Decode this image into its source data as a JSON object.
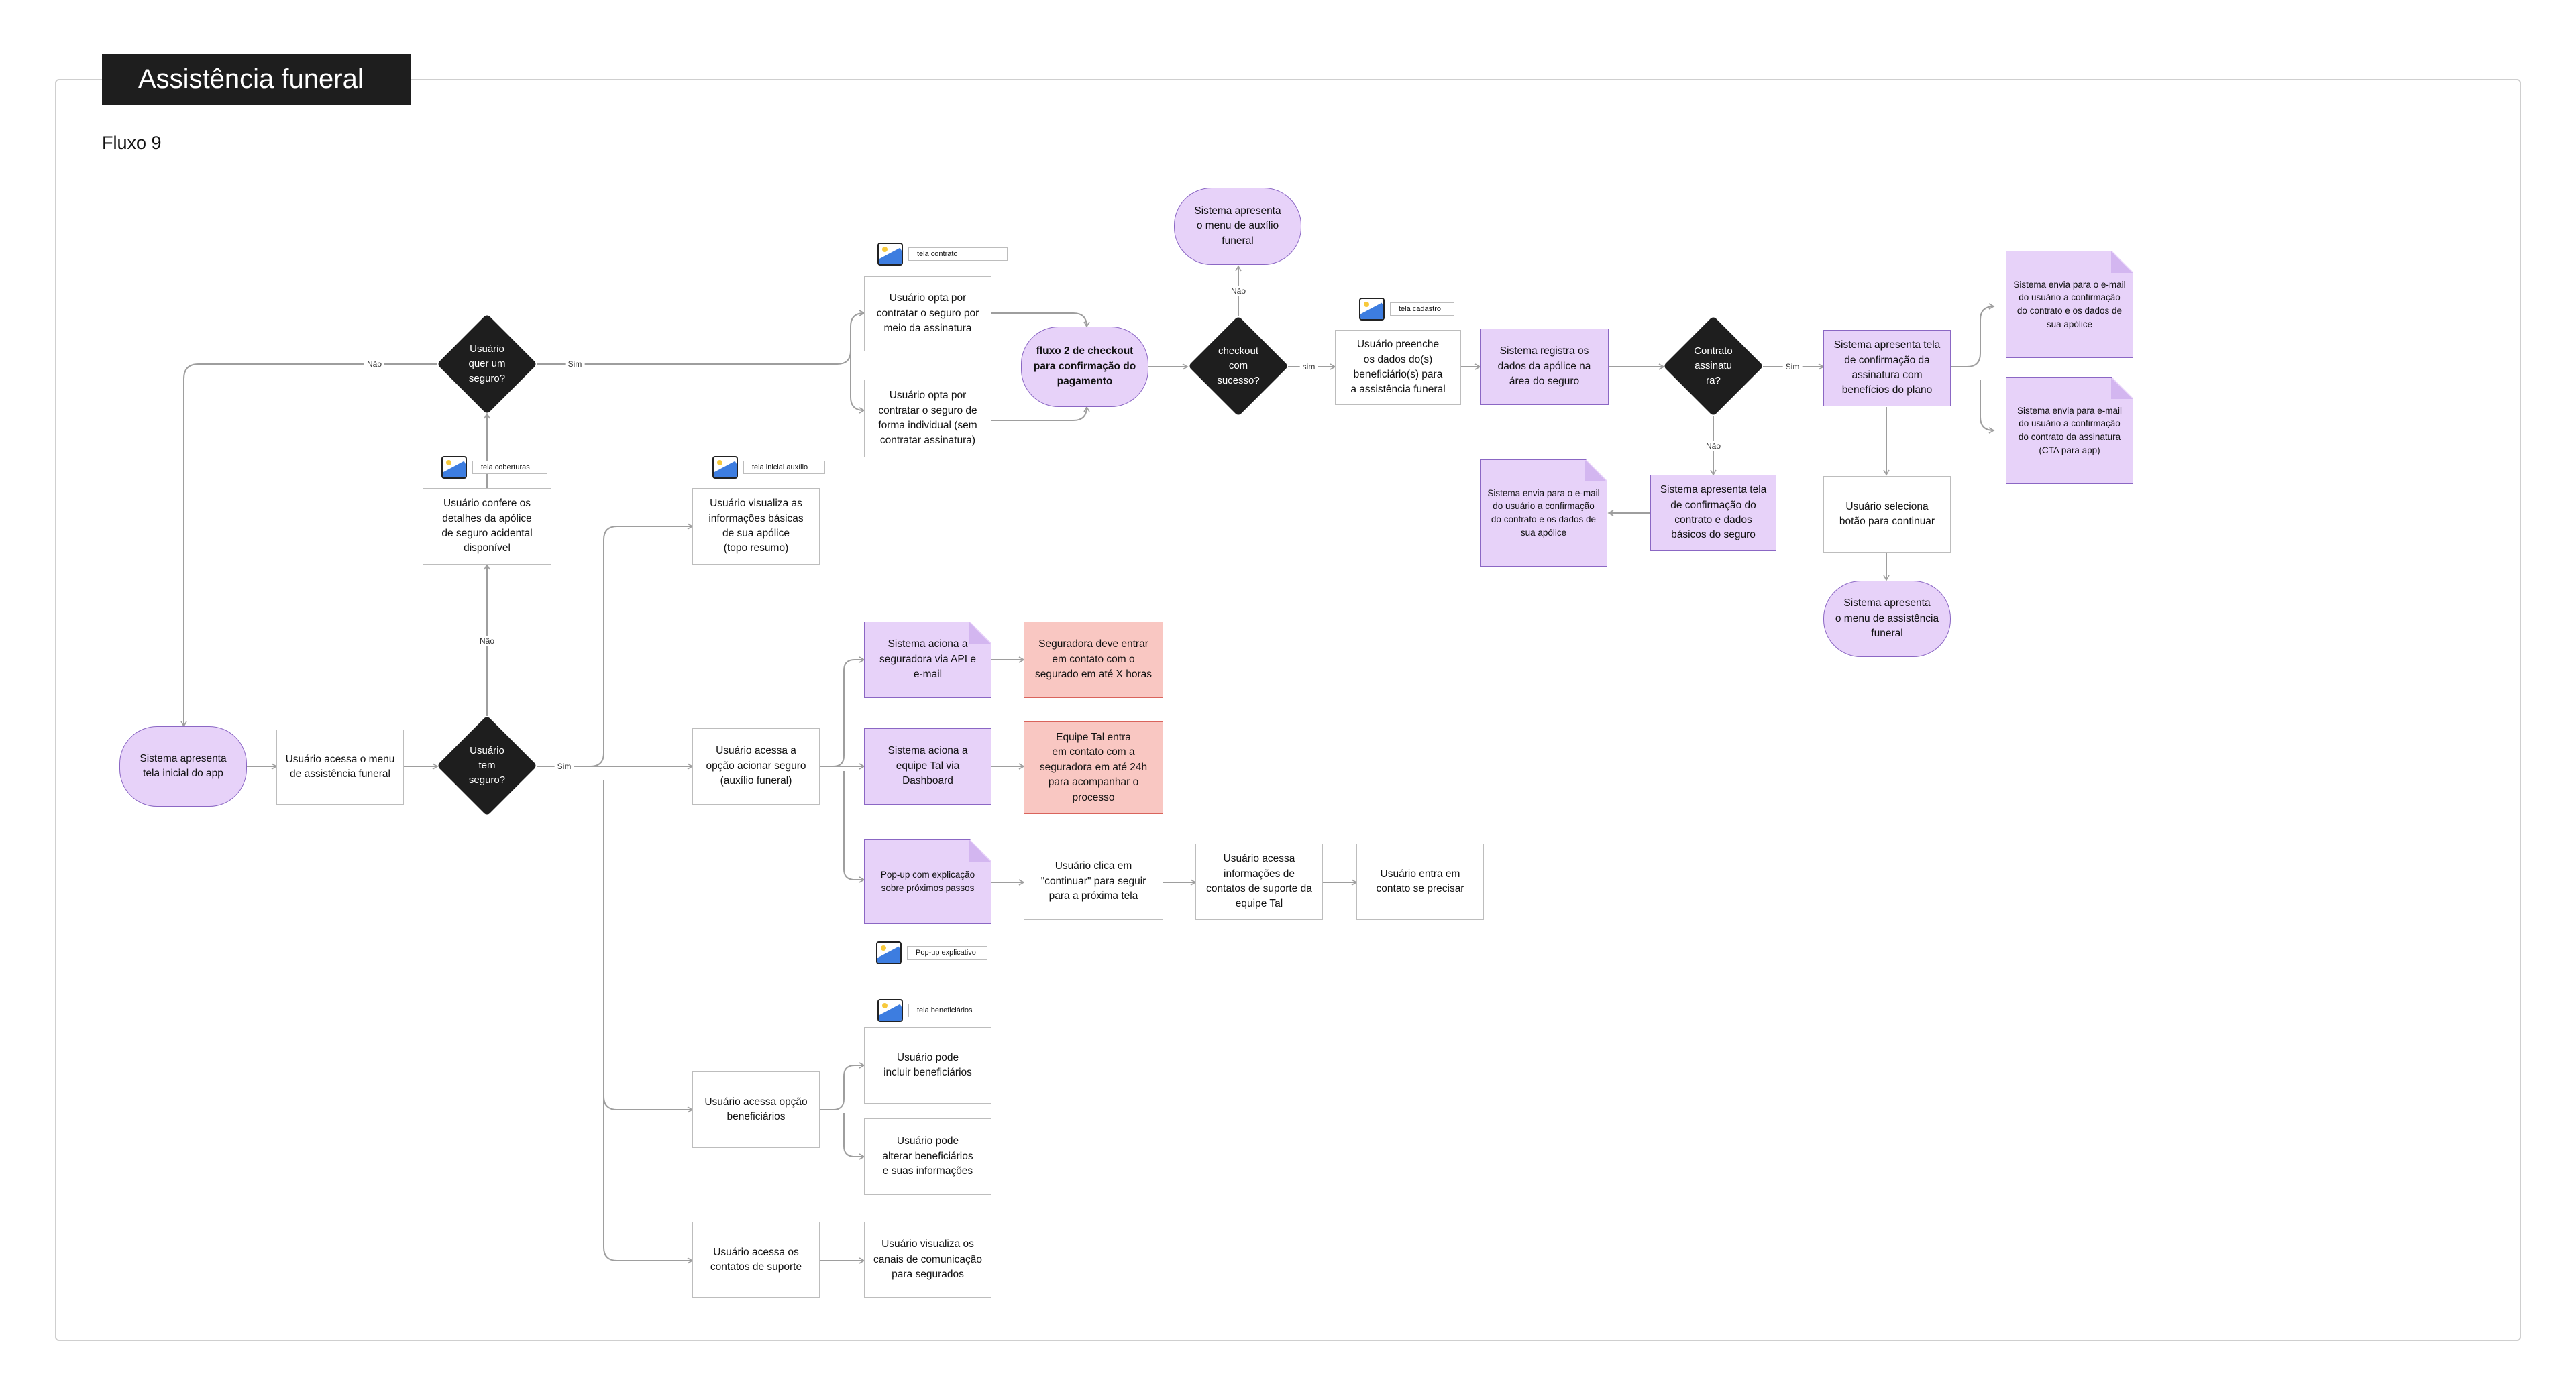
{
  "title": "Assistência funeral",
  "flow_label": "Fluxo 9",
  "nodes": {
    "n_start": "Sistema apresenta\ntela inicial do app",
    "n_menu": "Usuário acessa o menu\nde assistência funeral",
    "d_tem": "Usuário\ntem\nseguro?",
    "n_confere": "Usuário confere os\ndetalhes da apólice\nde seguro acidental\ndisponível",
    "d_quer": "Usuário\nquer um\nseguro?",
    "n_assinatura": "Usuário opta por\ncontratar o seguro por\nmeio da assinatura",
    "n_individual": "Usuário opta por\ncontratar o seguro de\nforma individual (sem\ncontratar assinatura)",
    "n_fluxo2": "fluxo 2 de checkout\npara confirmação do\npagamento",
    "d_checkout": "checkout\ncom\nsucesso?",
    "n_menuaux": "Sistema apresenta\no menu de auxílio\nfuneral",
    "n_preenche": "Usuário preenche\nos dados do(s)\nbeneficiário(s) para\na assistência funeral",
    "n_registra": "Sistema registra os\ndados da apólice na\nárea do seguro",
    "d_contrato": "Contrato\nassinatu\nra?",
    "n_telaconf": "Sistema apresenta tela\nde confirmação da\nassinatura com\nbenefícios do plano",
    "n_email1": "Sistema envia para o e-mail\ndo usuário a confirmação\ndo contrato e os dados de\nsua apólice",
    "n_email2": "Sistema envia para e-mail\ndo usuário a confirmação\ndo contrato da assinatura\n(CTA para app)",
    "n_seleciona": "Usuário seleciona\nbotão para continuar",
    "n_menuassist": "Sistema apresenta\no menu de assistência\nfuneral",
    "n_telabasic": "Sistema apresenta tela\nde confirmação do\ncontrato e dados\nbásicos do seguro",
    "n_email3": "Sistema envia para o e-mail\ndo usuário a confirmação\ndo contrato e os dados de\nsua apólice",
    "n_visualiza": "Usuário visualiza as\ninformações básicas\nde sua apólice\n(topo resumo)",
    "n_acionar": "Usuário acessa a\nopção acionar seguro\n(auxílio funeral)",
    "n_api": "Sistema aciona a\nseguradora via API e\ne-mail",
    "n_seg_contato": "Seguradora deve entrar\nem contato com o\nsegurado em até X horas",
    "n_dashboard": "Sistema aciona a\nequipe Tal via\nDashboard",
    "n_equipe": "Equipe Tal entra\nem contato com a\nseguradora em até 24h\npara acompanhar o\nprocesso",
    "n_popup": "Pop-up com explicação\nsobre próximos passos",
    "n_clica": "Usuário clica em\n\"continuar\" para seguir\npara a próxima tela",
    "n_infos": "Usuário acessa\ninformações de\ncontatos de suporte da\nequipe Tal",
    "n_entra": "Usuário entra em\ncontato se precisar",
    "n_benef": "Usuário acessa opção\nbeneficiários",
    "n_incluir": "Usuário pode\nincluir beneficiários",
    "n_alterar": "Usuário pode\nalterar beneficiários\ne suas informações",
    "n_suporte": "Usuário acessa os\ncontatos de suporte",
    "n_canais": "Usuário visualiza os\ncanais de comunicação\npara segurados"
  },
  "edge_labels": {
    "sim": "Sim",
    "nao": "Não",
    "sim_lower": "sim"
  },
  "screens": {
    "s_contrato": "tela contrato",
    "s_coberturas": "tela coberturas",
    "s_inicial": "tela inicial auxílio",
    "s_cadastro": "tela cadastro",
    "s_popup": "Pop-up explicativo",
    "s_benef": "tela beneficiários"
  },
  "colors": {
    "purple_fill": "#e7d2f9",
    "purple_border": "#8b67c4",
    "red_fill": "#f9c7c2",
    "decision": "#1e1e1e",
    "connector": "#9e9e9e"
  }
}
